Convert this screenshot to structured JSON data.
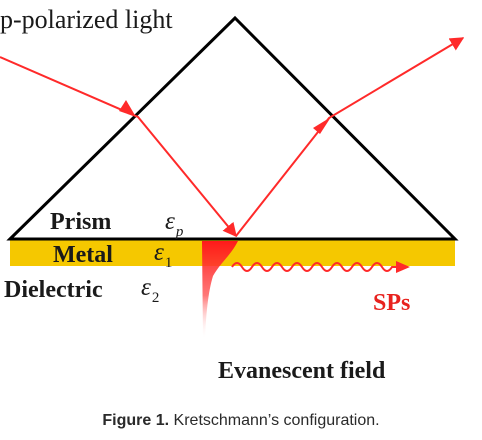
{
  "labels": {
    "incident_light": "p-polarized light",
    "prism": "Prism",
    "metal": "Metal",
    "dielectric": "Dielectric",
    "eps_prism_symbol": "ε",
    "eps_prism_sub": "p",
    "eps_metal_symbol": "ε",
    "eps_metal_sub": "1",
    "eps_dielectric_symbol": "ε",
    "eps_dielectric_sub": "2",
    "surface_plasmons": "SPs",
    "evanescent": "Evanescent field"
  },
  "caption": {
    "prefix": "Figure 1.",
    "text": " Kretschmann’s configuration."
  },
  "colors": {
    "ray": "#ff2a2a",
    "metal_layer": "#f5c800",
    "prism_outline": "#000000",
    "sps_label": "#e8221e"
  }
}
